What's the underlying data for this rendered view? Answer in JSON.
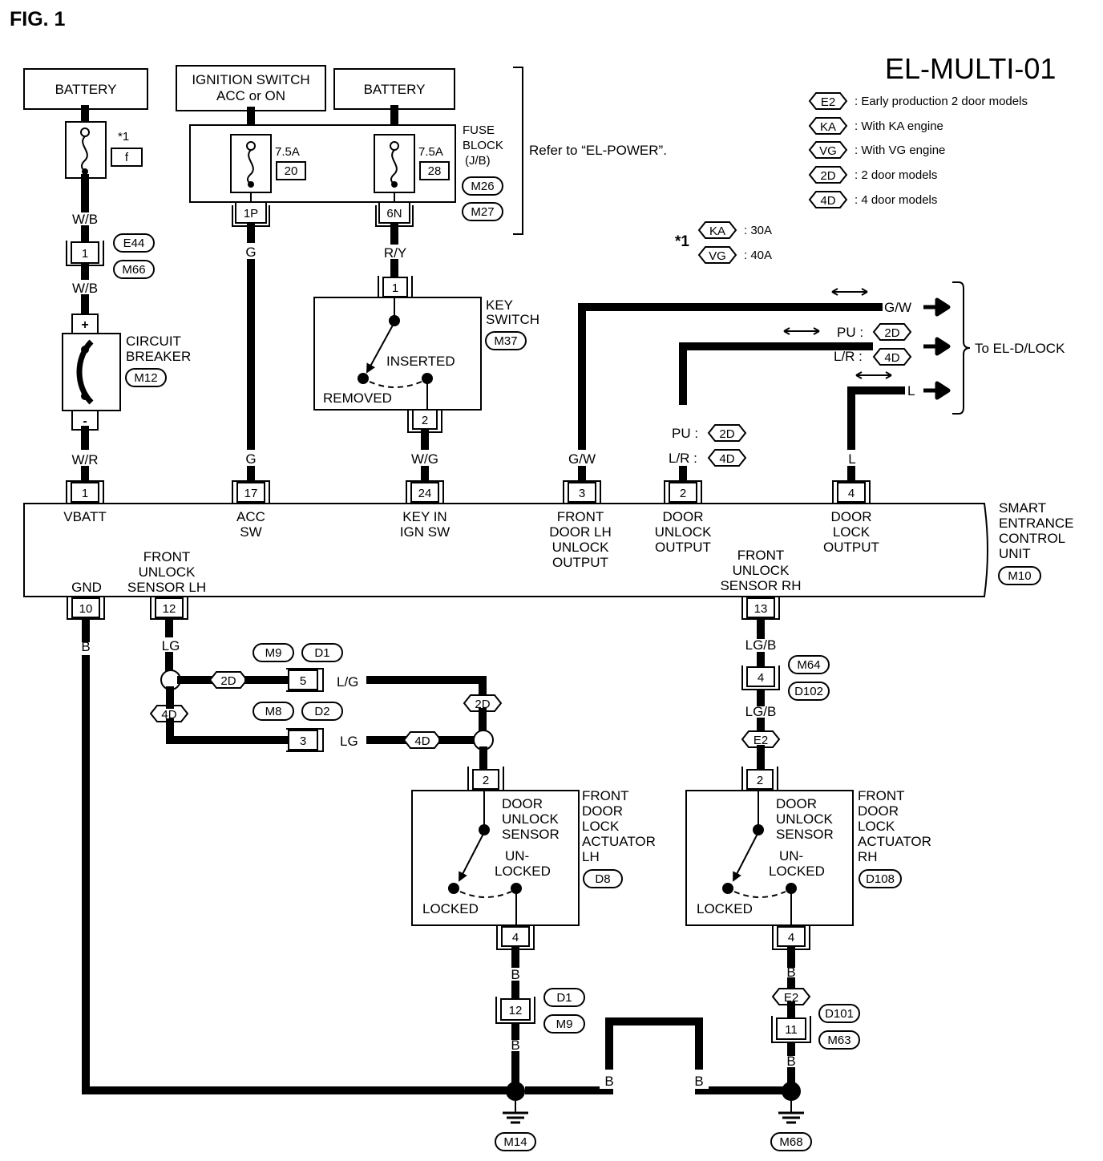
{
  "header": {
    "fig": "FIG. 1",
    "code": "EL-MULTI-01"
  },
  "legend": [
    {
      "tag": "E2",
      "text": ": Early production 2 door models"
    },
    {
      "tag": "KA",
      "text": ": With KA engine"
    },
    {
      "tag": "VG",
      "text": ": With VG engine"
    },
    {
      "tag": "2D",
      "text": ": 2 door models"
    },
    {
      "tag": "4D",
      "text": ": 4 door models"
    }
  ],
  "note": {
    "mark": "*1",
    "ka": "KA",
    "ka_val": ": 30A",
    "vg": "VG",
    "vg_val": ": 40A"
  },
  "power": {
    "battery1": "BATTERY",
    "ign_l1": "IGNITION SWITCH",
    "ign_l2": "ACC or ON",
    "battery2": "BATTERY",
    "star1": "*1",
    "fuse_f": "f",
    "fuse20_amp": "7.5A",
    "fuse20_no": "20",
    "fuse28_amp": "7.5A",
    "fuse28_no": "28",
    "fb_l1": "FUSE",
    "fb_l2": "BLOCK",
    "fb_l3": "(J/B)",
    "fb_c1": "M26",
    "fb_c2": "M27",
    "refer": "Refer to “EL-POWER”.",
    "pin_1p": "1P",
    "pin_6n": "6N"
  },
  "wires": {
    "wb1": "W/B",
    "wb2": "W/B",
    "wr": "W/R",
    "g1": "G",
    "g2": "G",
    "ry": "R/Y",
    "wg": "W/G",
    "gw1": "G/W",
    "gw2": "G/W",
    "pu": "PU :",
    "lr": "L/R :",
    "pu_top": "PU :",
    "lr_top": "L/R :",
    "l1": "L",
    "l2": "L",
    "b_gnd": "B",
    "lg1": "LG",
    "lg2": "LG",
    "lgr": "L/G",
    "lgb1": "LG/B",
    "lgb2": "LG/B",
    "b1": "B",
    "b2": "B",
    "b3": "B",
    "b4": "B",
    "b5": "B",
    "b6": "B"
  },
  "connectors": {
    "e44": "E44",
    "m66": "M66",
    "c1": "1",
    "m12": "M12",
    "m37": "M37",
    "ks1": "1",
    "ks2": "2",
    "m9": "M9",
    "d1": "D1",
    "c5": "5",
    "m8": "M8",
    "d2": "D2",
    "c3": "3",
    "m64": "M64",
    "d102": "D102",
    "c4": "4",
    "d8": "D8",
    "d108": "D108",
    "d1b": "D1",
    "m9b": "M9",
    "c12": "12",
    "d101": "D101",
    "m63": "M63",
    "c11": "11",
    "m14": "M14",
    "m68": "M68",
    "aL2": "2",
    "aL4": "4",
    "aR2": "2",
    "aR4": "4"
  },
  "breaker": {
    "l1": "CIRCUIT",
    "l2": "BREAKER",
    "plus": "+",
    "minus": "-"
  },
  "keyswitch": {
    "l1": "KEY",
    "l2": "SWITCH",
    "inserted": "INSERTED",
    "removed": "REMOVED"
  },
  "to_dlock": "To EL-D/LOCK",
  "tags": {
    "pu_2d": "2D",
    "lr_4d": "4D",
    "pu2_2d": "2D",
    "lr2_4d": "4D",
    "w_2d": "2D",
    "w_4d": "4D",
    "s_2d": "2D",
    "s_4d": "4D",
    "e2a": "E2",
    "e2b": "E2"
  },
  "unit": {
    "l1": "SMART",
    "l2": "ENTRANCE",
    "l3": "CONTROL",
    "l4": "UNIT",
    "conn": "M10",
    "pins": [
      "1",
      "17",
      "24",
      "3",
      "2",
      "4",
      "10",
      "12",
      "13"
    ],
    "vbatt": "VBATT",
    "acc_l1": "ACC",
    "acc_l2": "SW",
    "key_l1": "KEY IN",
    "key_l2": "IGN SW",
    "fdlh_l1": "FRONT",
    "fdlh_l2": "DOOR LH",
    "fdlh_l3": "UNLOCK",
    "fdlh_l4": "OUTPUT",
    "du_l1": "DOOR",
    "du_l2": "UNLOCK",
    "du_l3": "OUTPUT",
    "dl_l1": "DOOR",
    "dl_l2": "LOCK",
    "dl_l3": "OUTPUT",
    "gnd": "GND",
    "fulh_l1": "FRONT",
    "fulh_l2": "UNLOCK",
    "fulh_l3": "SENSOR LH",
    "furh_l1": "FRONT",
    "furh_l2": "UNLOCK",
    "furh_l3": "SENSOR RH"
  },
  "actuator_lh": {
    "s1": "DOOR",
    "s2": "UNLOCK",
    "s3": "SENSOR",
    "un": "UN-",
    "unlocked": "LOCKED",
    "locked": "LOCKED",
    "t1": "FRONT",
    "t2": "DOOR",
    "t3": "LOCK",
    "t4": "ACTUATOR",
    "t5": "LH"
  },
  "actuator_rh": {
    "s1": "DOOR",
    "s2": "UNLOCK",
    "s3": "SENSOR",
    "un": "UN-",
    "unlocked": "LOCKED",
    "locked": "LOCKED",
    "t1": "FRONT",
    "t2": "DOOR",
    "t3": "LOCK",
    "t4": "ACTUATOR",
    "t5": "RH"
  }
}
